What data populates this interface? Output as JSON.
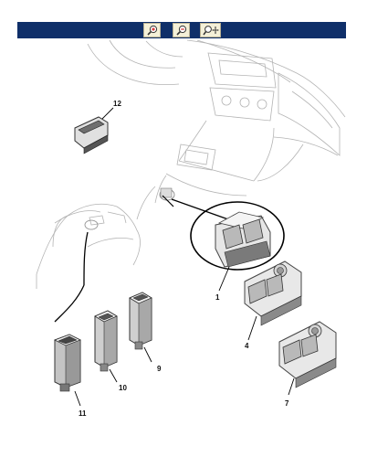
{
  "toolbar": {
    "background": "#0f2f69",
    "buttons": [
      {
        "name": "zoom-in",
        "icon": "magnifier-plus-icon"
      },
      {
        "name": "zoom-out",
        "icon": "magnifier-minus-icon"
      },
      {
        "name": "zoom-pan",
        "icon": "magnifier-move-icon"
      }
    ]
  },
  "diagram": {
    "callouts": [
      "1",
      "4",
      "7",
      "9",
      "10",
      "11",
      "12"
    ]
  }
}
